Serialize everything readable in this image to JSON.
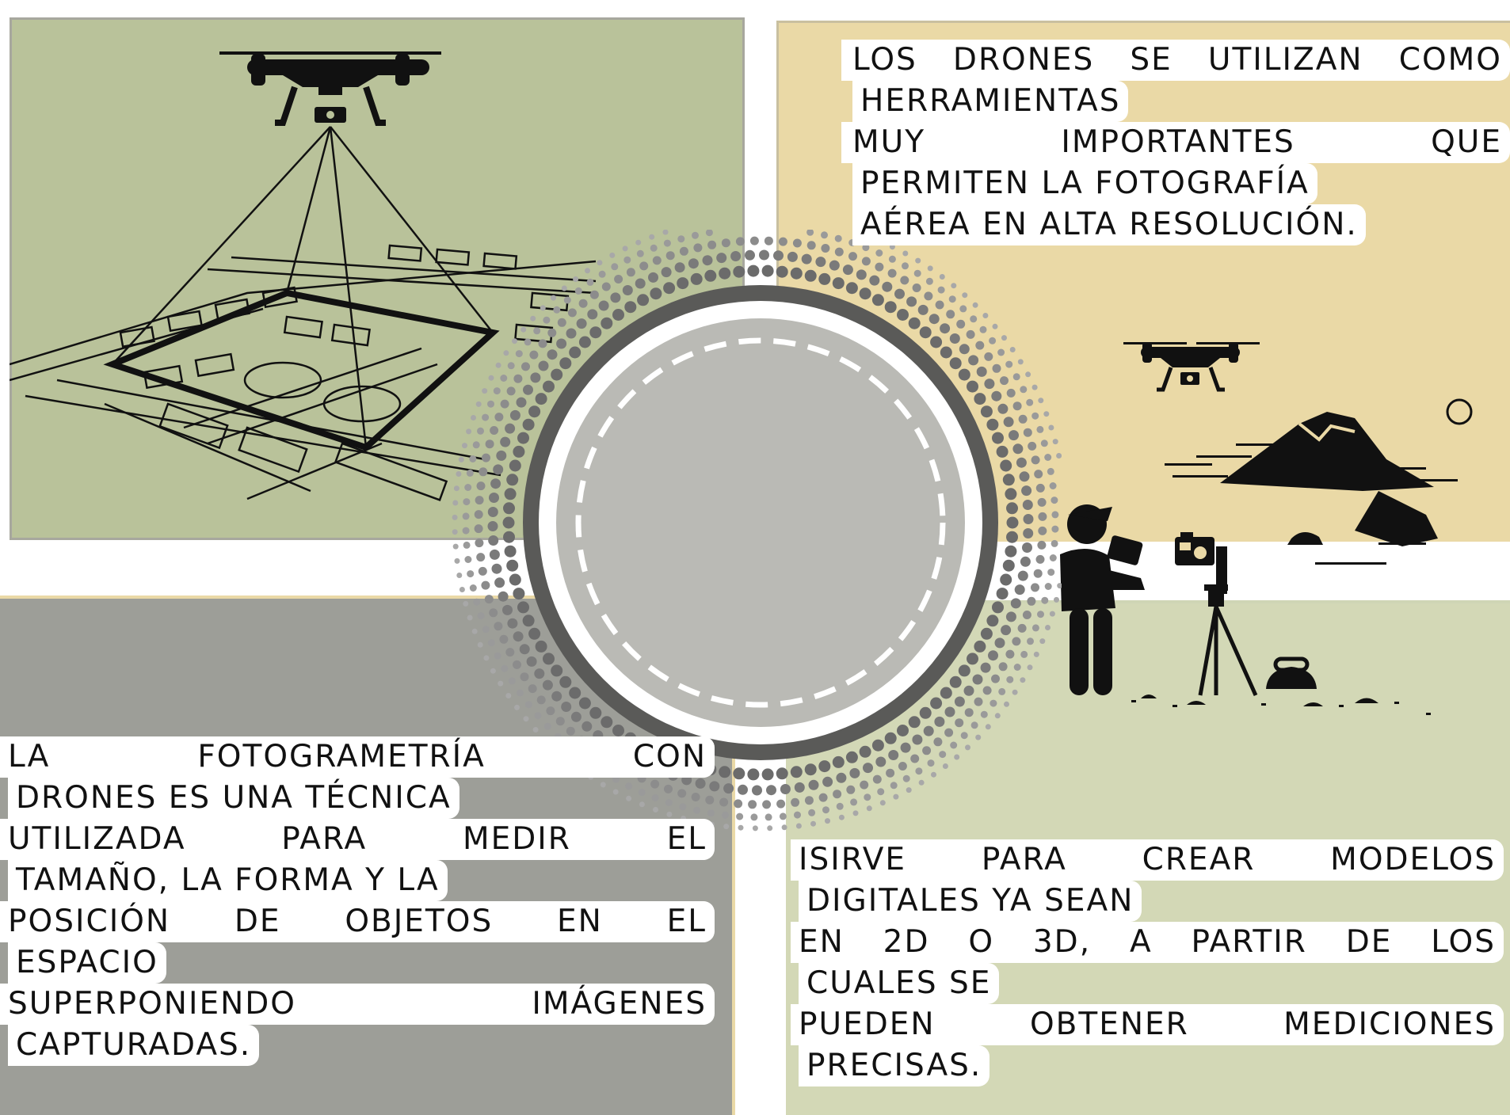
{
  "colors": {
    "panel_top_left": "#b9c29a",
    "panel_top_right": "#ead9a6",
    "panel_bottom_left": "#9d9e98",
    "panel_bottom_right": "#d3d8b6",
    "circle_fill": "#babab5",
    "circle_ring": "#555555",
    "ink": "#111111"
  },
  "icons": {
    "top_left": "drone-mapping-grid-icon",
    "top_right": "drone-over-mountain-icon",
    "bottom_right": "photographer-tripod-icon",
    "center": "dotted-circle-badge-icon"
  },
  "text_top_right": {
    "lines": [
      "LOS DRONES SE UTILIZAN COMO",
      "HERRAMIENTAS",
      "MUY IMPORTANTES QUE",
      "PERMITEN LA FOTOGRAFÍA",
      "AÉREA EN ALTA RESOLUCIÓN."
    ]
  },
  "text_bottom_left": {
    "lines": [
      "LA FOTOGRAMETRÍA CON",
      "DRONES ES UNA TÉCNICA",
      "UTILIZADA PARA MEDIR EL",
      "TAMAÑO, LA FORMA Y LA",
      "POSICIÓN DE OBJETOS EN EL",
      "ESPACIO",
      "SUPERPONIENDO IMÁGENES",
      "CAPTURADAS."
    ]
  },
  "text_bottom_right": {
    "lines": [
      "ISIRVE PARA CREAR MODELOS",
      "DIGITALES YA SEAN",
      "EN 2D O 3D, A PARTIR DE LOS",
      "CUALES SE",
      "PUEDEN OBTENER MEDICIONES",
      "PRECISAS."
    ]
  }
}
